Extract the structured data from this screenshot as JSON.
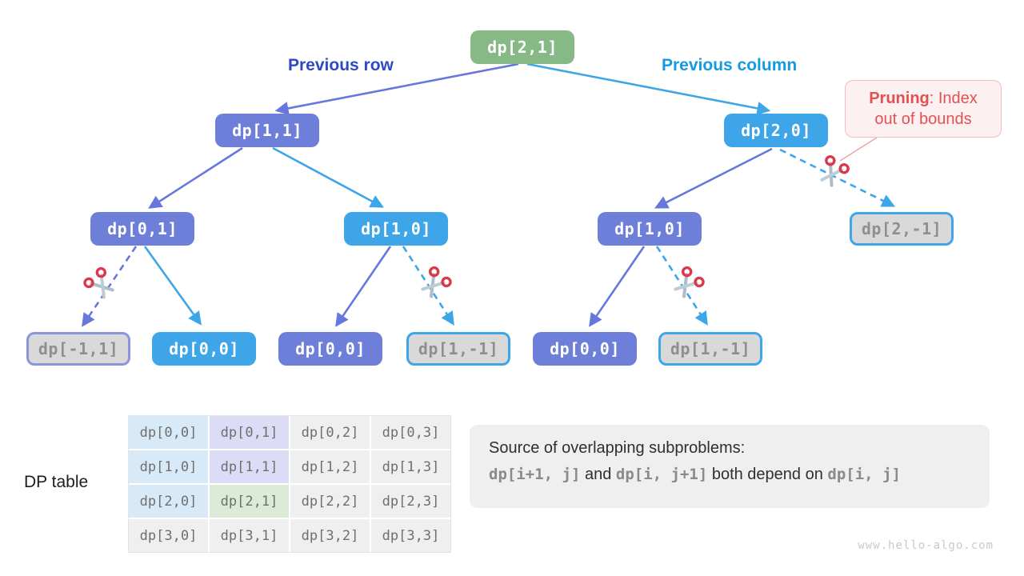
{
  "labels": {
    "previous_row": "Previous row",
    "previous_column": "Previous column",
    "dp_table": "DP table"
  },
  "callout": {
    "bold": "Pruning",
    "after": ": Index",
    "line2": "out of bounds"
  },
  "tree": {
    "nodes": [
      {
        "label": "dp[2,1]",
        "style": "green"
      },
      {
        "label": "dp[1,1]",
        "style": "purple"
      },
      {
        "label": "dp[2,0]",
        "style": "blue"
      },
      {
        "label": "dp[0,1]",
        "style": "purple"
      },
      {
        "label": "dp[1,0]",
        "style": "blue"
      },
      {
        "label": "dp[1,0]",
        "style": "purple"
      },
      {
        "label": "dp[2,-1]",
        "style": "pruned-blue"
      },
      {
        "label": "dp[-1,1]",
        "style": "pruned-purple"
      },
      {
        "label": "dp[0,0]",
        "style": "blue"
      },
      {
        "label": "dp[0,0]",
        "style": "purple"
      },
      {
        "label": "dp[1,-1]",
        "style": "pruned-blue"
      },
      {
        "label": "dp[0,0]",
        "style": "purple"
      },
      {
        "label": "dp[1,-1]",
        "style": "pruned-blue"
      }
    ]
  },
  "table": {
    "rows": [
      [
        "dp[0,0]",
        "dp[0,1]",
        "dp[0,2]",
        "dp[0,3]"
      ],
      [
        "dp[1,0]",
        "dp[1,1]",
        "dp[1,2]",
        "dp[1,3]"
      ],
      [
        "dp[2,0]",
        "dp[2,1]",
        "dp[2,2]",
        "dp[2,3]"
      ],
      [
        "dp[3,0]",
        "dp[3,1]",
        "dp[3,2]",
        "dp[3,3]"
      ]
    ]
  },
  "note": {
    "line1": "Source of overlapping subproblems:",
    "seg1": "dp[i+1, j]",
    "seg2": "  and ",
    "seg3": "dp[i, j+1]",
    "seg4": " both depend on ",
    "seg5": "dp[i, j]"
  },
  "watermark": "www.hello-algo.com",
  "colors": {
    "node_green": "#87b987",
    "node_purple": "#6e7fd9",
    "node_blue": "#3ea6e8",
    "pruned_bg": "#d9d9d9",
    "pruned_text": "#8f8f8f",
    "edge_purple": "#6678dd",
    "edge_blue": "#3ea6e8",
    "label_row": "#2e49c5",
    "label_column": "#149ae0",
    "pruning_red": "#e05252",
    "callout_bg": "#fdf0f0",
    "table_blue": "#d8eaf8",
    "table_purple": "#dcdcf6",
    "table_green": "#dcebd8",
    "table_gray": "#efefef",
    "note_bg": "#efefef",
    "scissors_red": "#d9394a",
    "watermark_gray": "#c9c9c9"
  }
}
